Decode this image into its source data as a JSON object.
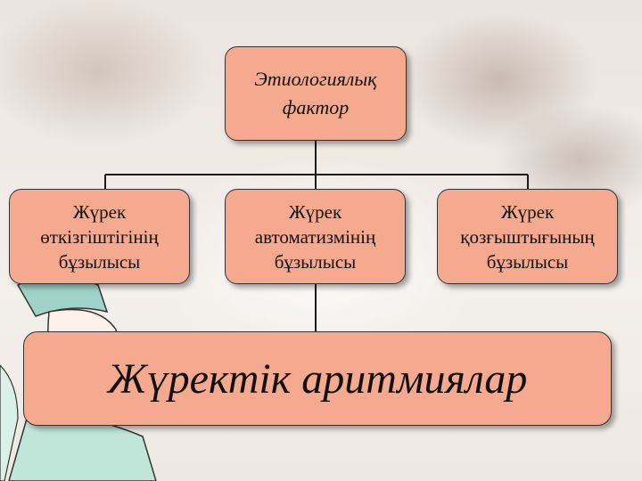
{
  "diagram": {
    "root": "Этиологиялық\nфактор",
    "causes": [
      "Жүрек\nөткізгіштігінің\nбұзылысы",
      "Жүрек\nавтоматизмінің\nбұзылысы",
      "Жүрек\nқозғыштығының\nбұзылысы"
    ],
    "result": "Жүректік аритмиялар"
  },
  "colors": {
    "box_fill": "#f5aa8f",
    "box_border": "#333333",
    "connector": "#1a1a1a"
  }
}
